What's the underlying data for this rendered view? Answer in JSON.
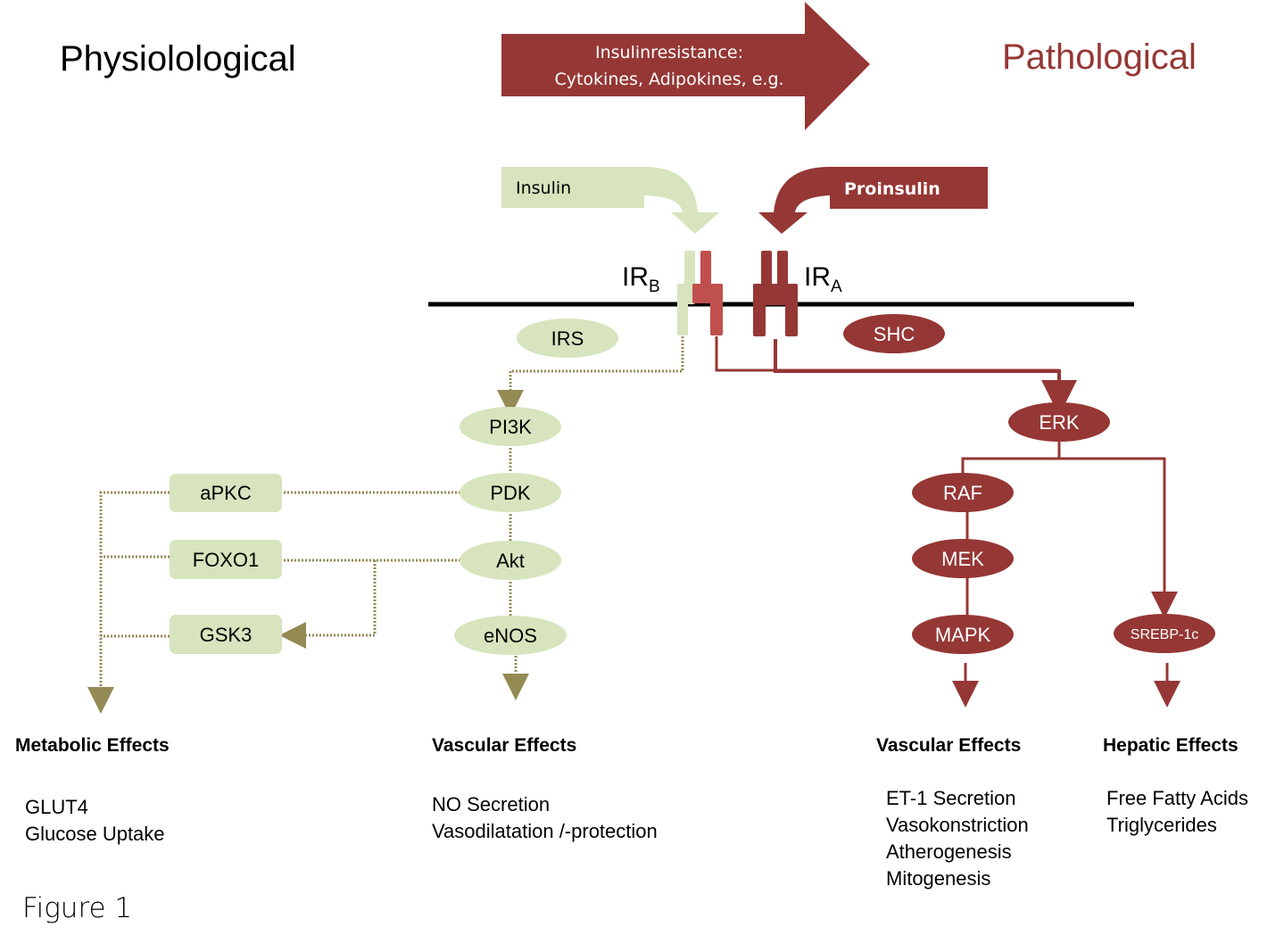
{
  "titles": {
    "physiological": "Physiolological",
    "pathological": "Pathological",
    "figure_label": "Figure 1"
  },
  "colors": {
    "physiological_green": "#d7e4bd",
    "pathological_red": "#953735",
    "receptor_light_red": "#c0504d",
    "dotted_line": "#948a54",
    "membrane": "#000000"
  },
  "top_arrow": {
    "line1": "Insulinresistance:",
    "line2": "Cytokines, Adipokines, e.g."
  },
  "ligands": {
    "insulin": "Insulin",
    "proinsulin": "Proinsulin"
  },
  "receptors": {
    "irb": {
      "main": "IR",
      "sub": "B"
    },
    "ira": {
      "main": "IR",
      "sub": "A"
    }
  },
  "physiological_nodes": {
    "irs": "IRS",
    "pi3k": "PI3K",
    "pdk": "PDK",
    "akt": "Akt",
    "enos": "eNOS",
    "apkc": "aPKC",
    "foxo1": "FOXO1",
    "gsk3": "GSK3"
  },
  "pathological_nodes": {
    "shc": "SHC",
    "erk": "ERK",
    "raf": "RAF",
    "mek": "MEK",
    "mapk": "MAPK",
    "srebp": "SREBP-1c"
  },
  "effects": {
    "metabolic": {
      "header": "Metabolic Effects",
      "items": [
        "GLUT4",
        "Glucose Uptake"
      ]
    },
    "vascular_physio": {
      "header": "Vascular Effects",
      "items": [
        "NO Secretion",
        "Vasodilatation /-protection"
      ]
    },
    "vascular_patho": {
      "header": "Vascular Effects",
      "items": [
        "ET-1 Secretion",
        "Vasokonstriction",
        "Atherogenesis",
        "Mitogenesis"
      ]
    },
    "hepatic": {
      "header": "Hepatic Effects",
      "items": [
        "Free Fatty Acids",
        "Triglycerides"
      ]
    }
  }
}
